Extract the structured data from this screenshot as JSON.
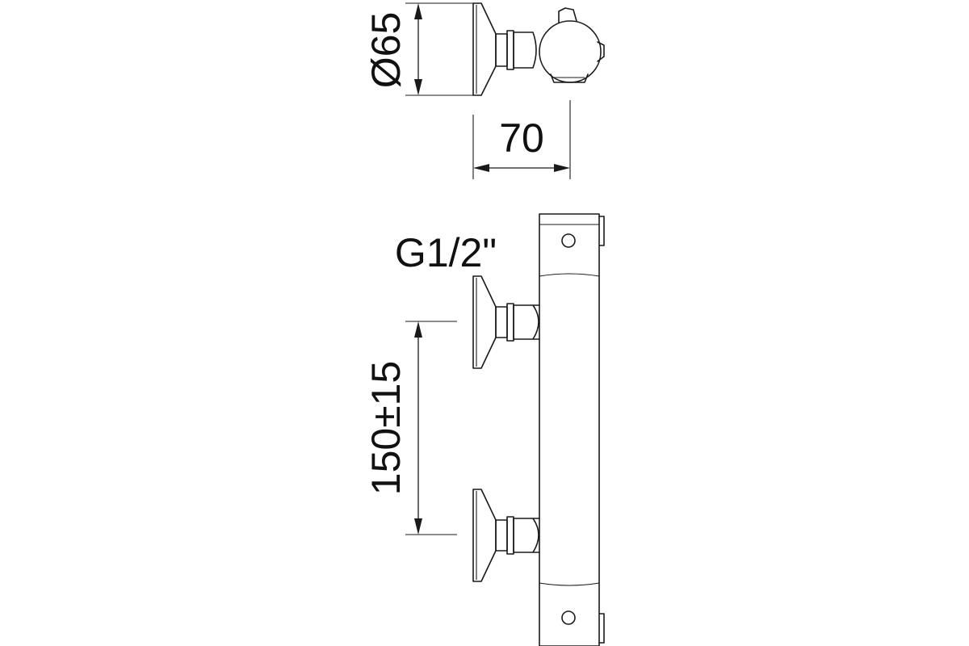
{
  "drawing": {
    "diameter_label": "Ø65",
    "depth_label": "70",
    "thread_label": "G1/2\"",
    "spacing_label": "150±15"
  }
}
